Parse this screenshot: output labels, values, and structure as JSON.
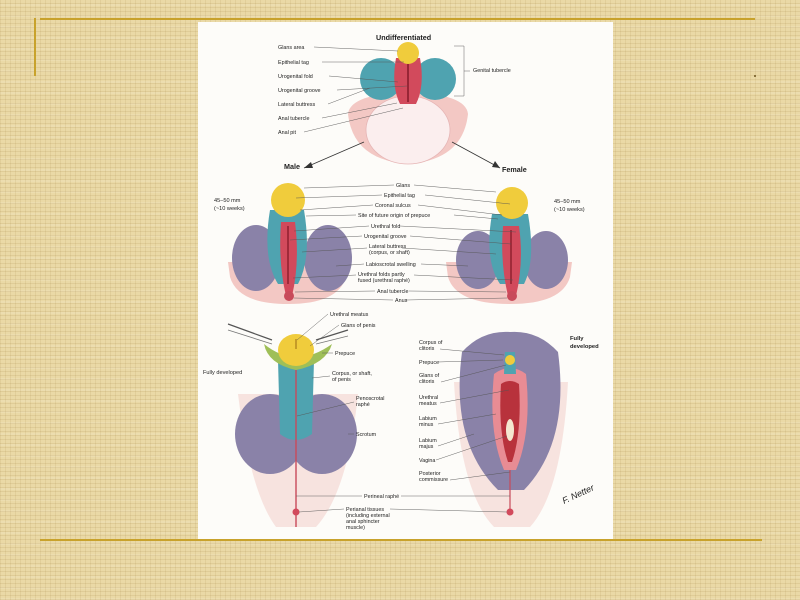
{
  "slide": {
    "colors": {
      "frame": "#c8a22c",
      "background": "#ead9a6"
    }
  },
  "diagram": {
    "undifferentiated": {
      "heading": "Undifferentiated",
      "labels": [
        "Glans area",
        "Epithelial tag",
        "Urogenital fold",
        "Urogenital groove",
        "Lateral buttress",
        "Anal tubercle",
        "Anal pit"
      ],
      "bracket_label": "Genital tubercle"
    },
    "stage2": {
      "male_heading": "Male",
      "female_heading": "Female",
      "size_left": [
        "45–50 mm",
        "(~10 weeks)"
      ],
      "size_right": [
        "45–50 mm",
        "(~10 weeks)"
      ],
      "labels": [
        [
          "Glans"
        ],
        [
          "Epithelial tag"
        ],
        [
          "Coronal sulcus"
        ],
        [
          "Site of future origin of prepuce"
        ],
        [
          "Urethral fold"
        ],
        [
          "Urogenital groove"
        ],
        [
          "Lateral buttress",
          "(corpus, or shaft)"
        ],
        [
          "Labioscrotal swelling"
        ],
        [
          "Urethral folds partly",
          "fused (urethral raphé)"
        ],
        [
          "Anal tubercle"
        ],
        [
          "Anus"
        ]
      ]
    },
    "male_developed": {
      "side_label": "Fully developed",
      "labels": [
        [
          "Urethral meatus"
        ],
        [
          "Glans of penis"
        ],
        [
          "Prepuce"
        ],
        [
          "Corpus, or shaft,",
          "of penis"
        ],
        [
          "Penoscrotal",
          "raphé"
        ],
        [
          "Scrotum"
        ]
      ]
    },
    "female_developed": {
      "side_label": [
        "Fully",
        "developed"
      ],
      "labels": [
        [
          "Corpus of",
          "clitoris"
        ],
        [
          "Prepuce"
        ],
        [
          "Glans of",
          "clitoris"
        ],
        [
          "Urethral",
          "meatus"
        ],
        [
          "Labium",
          "minus"
        ],
        [
          "Labium",
          "majus"
        ],
        [
          "Vagina"
        ],
        [
          "Posterior",
          "commissure"
        ]
      ]
    },
    "shared_labels": [
      [
        "Perineal raphé"
      ],
      [
        "Perianal tissues",
        "(including external",
        "anal sphincter",
        "muscle)"
      ]
    ],
    "signature": "F. Netter",
    "colors": {
      "glans": "#f0cc3c",
      "urogenital_fold": "#4fa3b0",
      "swelling": "#8a82a8",
      "groove": "#d24a5c",
      "skin": "#f3c8c4"
    }
  }
}
